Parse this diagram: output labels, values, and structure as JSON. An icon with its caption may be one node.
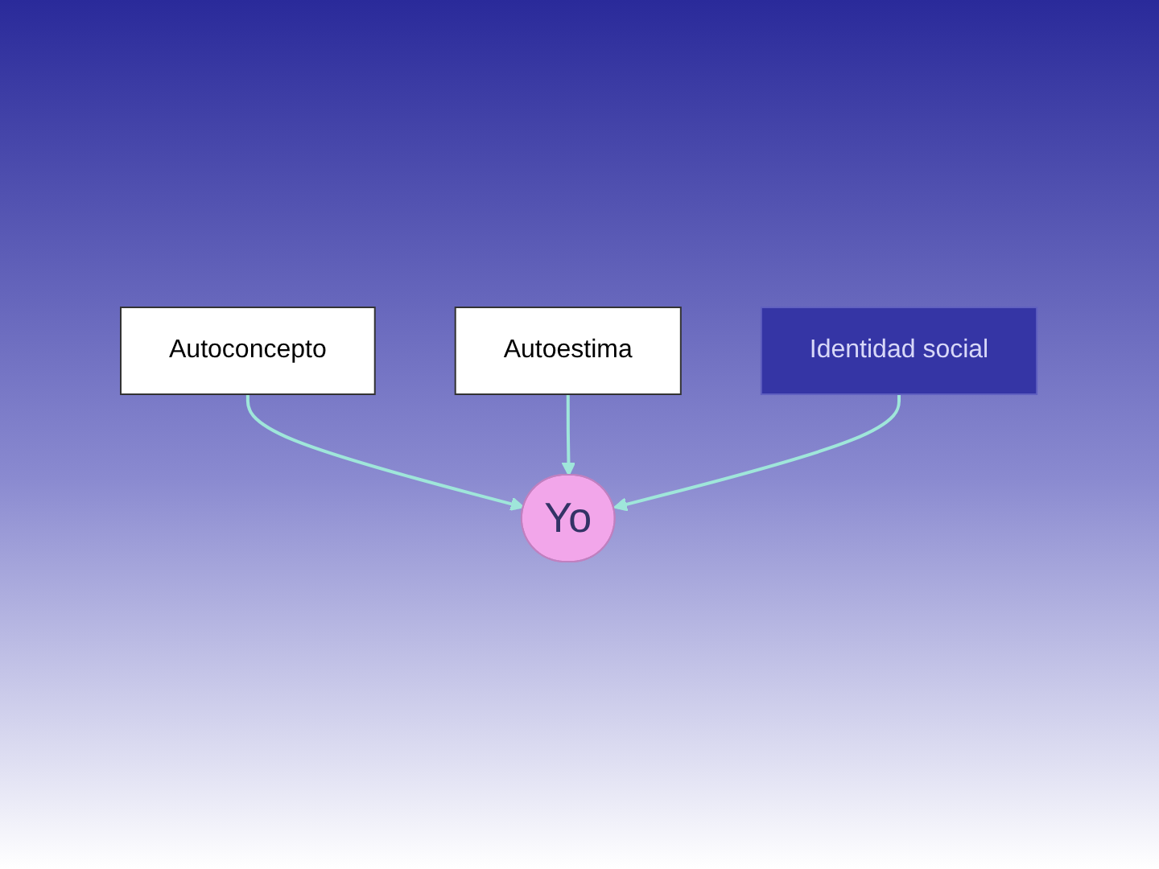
{
  "diagram": {
    "nodes": [
      {
        "text": [
          "Autoconcepto"
        ]
      },
      {
        "text": [
          "Autoestima"
        ]
      },
      {
        "text": [
          "Yo"
        ]
      },
      {
        "text": [
          "Identidad social"
        ]
      }
    ],
    "edges": [
      {
        "from": 0,
        "to": 2,
        "arrow": "to"
      },
      {
        "from": 1,
        "to": 2,
        "arrow": "to"
      },
      {
        "from": 3,
        "to": 2,
        "arrow": "to"
      }
    ]
  }
}
